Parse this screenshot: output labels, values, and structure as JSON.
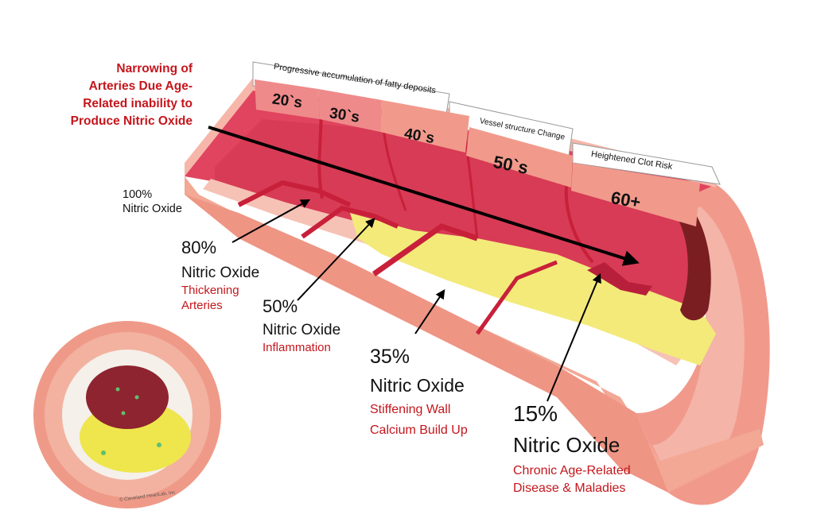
{
  "headline": [
    "Narrowing of",
    "Arteries Due Age-",
    "Related inability to",
    "Produce Nitric Oxide"
  ],
  "banner": {
    "progressive": "Progressive accumulation of fatty deposits",
    "vessel": "Vessel structure Change",
    "clot": "Heightened Clot Risk"
  },
  "ages": [
    "20`s",
    "30`s",
    "40`s",
    "50`s",
    "60+"
  ],
  "stages": [
    {
      "percent": "100%",
      "label": "Nitric Oxide",
      "note": []
    },
    {
      "percent": "80%",
      "label": "Nitric Oxide",
      "note": [
        "Thickening",
        "Arteries"
      ]
    },
    {
      "percent": "50%",
      "label": "Nitric Oxide",
      "note": [
        "Inflammation"
      ]
    },
    {
      "percent": "35%",
      "label": "Nitric Oxide",
      "note": [
        "Stiffening Wall",
        "Calcium Build Up"
      ]
    },
    {
      "percent": "15%",
      "label": "Nitric Oxide",
      "note": [
        "Chronic Age-Related",
        "Disease & Maladies"
      ]
    }
  ],
  "copyright": "© Cleveland HeartLab, Inc.",
  "colors": {
    "accent_red": "#c4161c",
    "lumen": "#e0445f",
    "wall_pink": "#f0a090",
    "plaque_yellow": "#f3ea7a"
  }
}
